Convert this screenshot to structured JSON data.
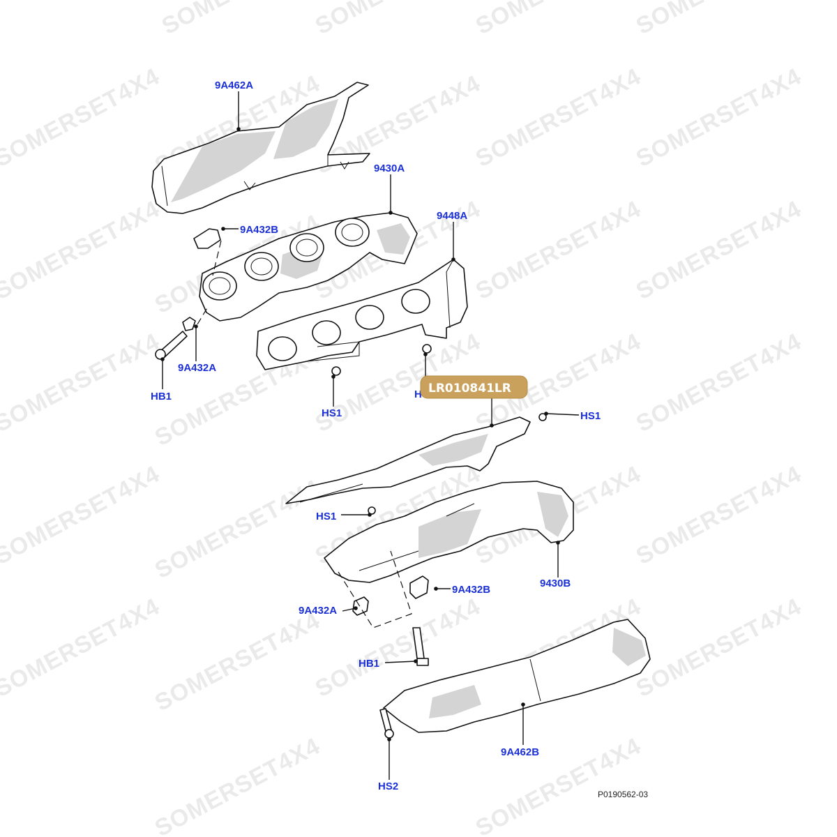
{
  "watermark": "SOMERSET4X4",
  "badge": "LR010841LR",
  "drawing_ref": "P0190562-03",
  "callouts": {
    "hs_9a462a": "9A462A",
    "manifold_9430a": "9430A",
    "shield_9448a": "9448A",
    "gasket_9a432b_top": "9A432B",
    "gasket_9a432a_top": "9A432A",
    "bolt_hb1_top": "HB1",
    "screw_hs1_left": "HS1",
    "screw_hs1_mid": "HS1",
    "screw_hs1_right": "HS1",
    "screw_hs1_lower": "HS1",
    "manifold_9430b": "9430B",
    "gasket_9a432b_bottom": "9A432B",
    "gasket_9a432a_bottom": "9A432A",
    "bolt_hb1_bottom": "HB1",
    "hs_9a462b": "9A462B",
    "stud_hs2": "HS2"
  }
}
